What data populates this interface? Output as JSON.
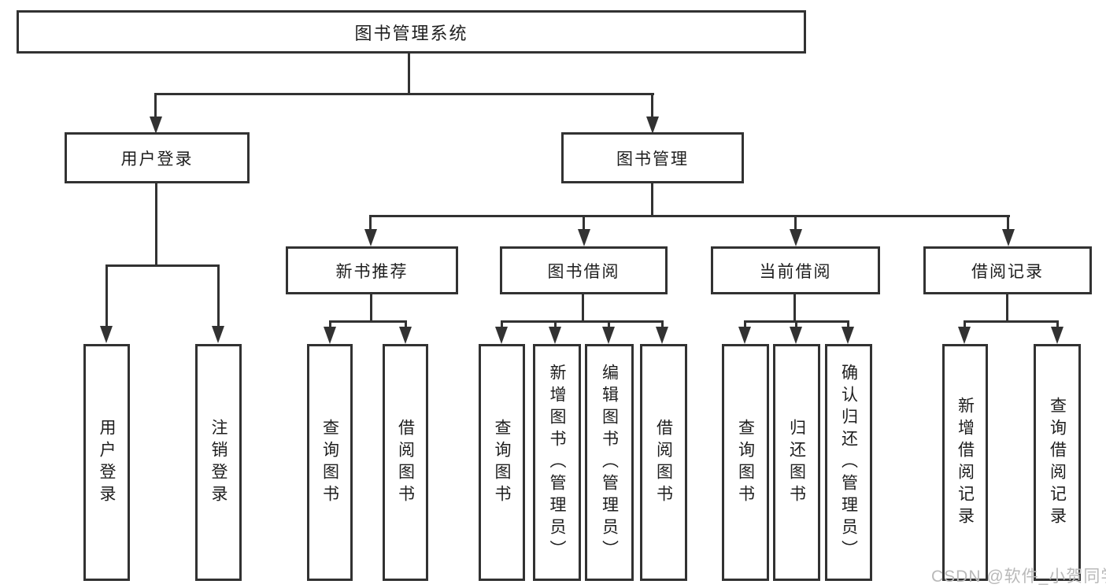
{
  "nodes": {
    "root": "图书管理系统",
    "user_login": "用户登录",
    "book_mgmt": "图书管理",
    "new_book": "新书推荐",
    "book_borrow": "图书借阅",
    "current_borrow": "当前借阅",
    "borrow_record": "借阅记录",
    "leaf_user_login": "用户登录",
    "leaf_logout": "注销登录",
    "leaf_query_book_1": "查询图书",
    "leaf_borrow_book_1": "借阅图书",
    "leaf_query_book_2": "查询图书",
    "leaf_add_book": "新增图书（管理员）",
    "leaf_edit_book": "编辑图书（管理员）",
    "leaf_borrow_book_2": "借阅图书",
    "leaf_query_book_3": "查询图书",
    "leaf_return_book": "归还图书",
    "leaf_confirm_return": "确认归还（管理员）",
    "leaf_add_record": "新增借阅记录",
    "leaf_query_record": "查询借阅记录"
  },
  "watermark": "CSDN @软件_小贺同学",
  "colors": {
    "line": "#323232",
    "text": "#1e1e1e",
    "background": "#ffffff",
    "watermark": "#b9b9b9"
  }
}
